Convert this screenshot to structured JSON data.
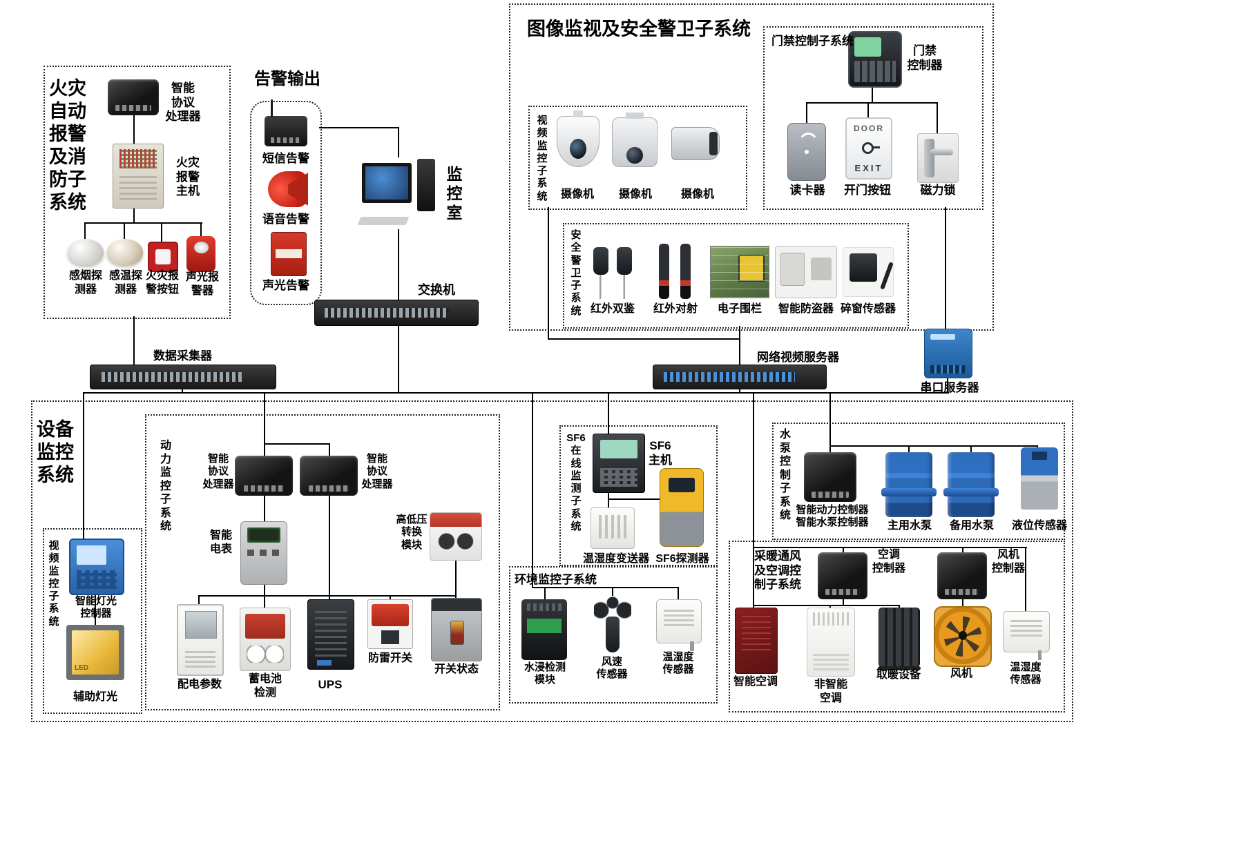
{
  "fire": {
    "title": "火灾\n自动\n报警\n及消\n防子\n系统",
    "processor": "智能\n协议\n处理器",
    "host": "火灾\n报警\n主机",
    "smoke": "感烟探\n测器",
    "temp": "感温探\n测器",
    "button": "火灾报\n警按钮",
    "sounder": "声光报\n警器"
  },
  "alarm_out": {
    "title": "告警输出",
    "sms": "短信告警",
    "voice": "语音告警",
    "light": "声光告警"
  },
  "monitor_room": "监\n控\n室",
  "net_switch": "交换机",
  "surveillance": {
    "title": "图像监视及安全警卫子系统",
    "video": {
      "title": "视\n频\n监\n控\n子\n系\n统",
      "cam1": "摄像机",
      "cam2": "摄像机",
      "cam3": "摄像机"
    },
    "access": {
      "title": "门禁控制子系统",
      "controller": "门禁\n控制器",
      "reader": "读卡器",
      "door_btn": "开门按钮",
      "lock": "磁力锁",
      "door": "DOOR",
      "exit": "EXIT"
    },
    "guard": {
      "title": "安\n全\n警\n卫\n子\n系\n统",
      "ir_dual": "红外双鉴",
      "ir_beam": "红外对射",
      "fence": "电子围栏",
      "antitheft": "智能防盗器",
      "window": "碎窗传感器"
    }
  },
  "mid": {
    "collector": "数据采集器",
    "nvs": "网络视频服务器",
    "serial": "串口服务器"
  },
  "equipment": {
    "title": "设备\n监控\n系统",
    "power": {
      "title": "动\n力\n监\n控\n子\n系\n统",
      "proc1": "智能\n协议\n处理器",
      "proc2": "智能\n协议\n处理器",
      "meter": "智能\n电表",
      "hv": "高低压\n转换\n模块",
      "dist": "配电参数",
      "battery": "蓄电池\n检测",
      "ups": "UPS",
      "spd": "防雷开关",
      "breaker": "开关状态"
    },
    "lighting": {
      "title": "视\n频\n监\n控\n子\n系\n统",
      "controller": "智能灯光\n控制器",
      "aux": "辅助灯光",
      "led": "LED"
    },
    "sf6": {
      "title": "SF6\n在\n线\n监\n测\n子\n系\n统",
      "host": "SF6\n主机",
      "transmitter": "温湿度变送器",
      "detector": "SF6探测器"
    },
    "env": {
      "title": "环境监控子系统",
      "water": "水浸检测\n模块",
      "wind": "风速\n传感器",
      "th": "温湿度\n传感器"
    },
    "pump": {
      "title": "水\n泵\n控\n制\n子\n系\n统",
      "controller": "智能动力控制器\n智能水泵控制器",
      "main": "主用水泵",
      "backup": "备用水泵",
      "level": "液位传感器"
    },
    "hvac": {
      "title": "采暖通风\n及空调控\n制子系统",
      "ac_ctrl": "空调\n控制器",
      "fan_ctrl": "风机\n控制器",
      "smart_ac": "智能空调",
      "plain_ac": "非智能\n空调",
      "heater": "取暖设备",
      "fan": "风机",
      "th": "温湿度\n传感器"
    }
  }
}
